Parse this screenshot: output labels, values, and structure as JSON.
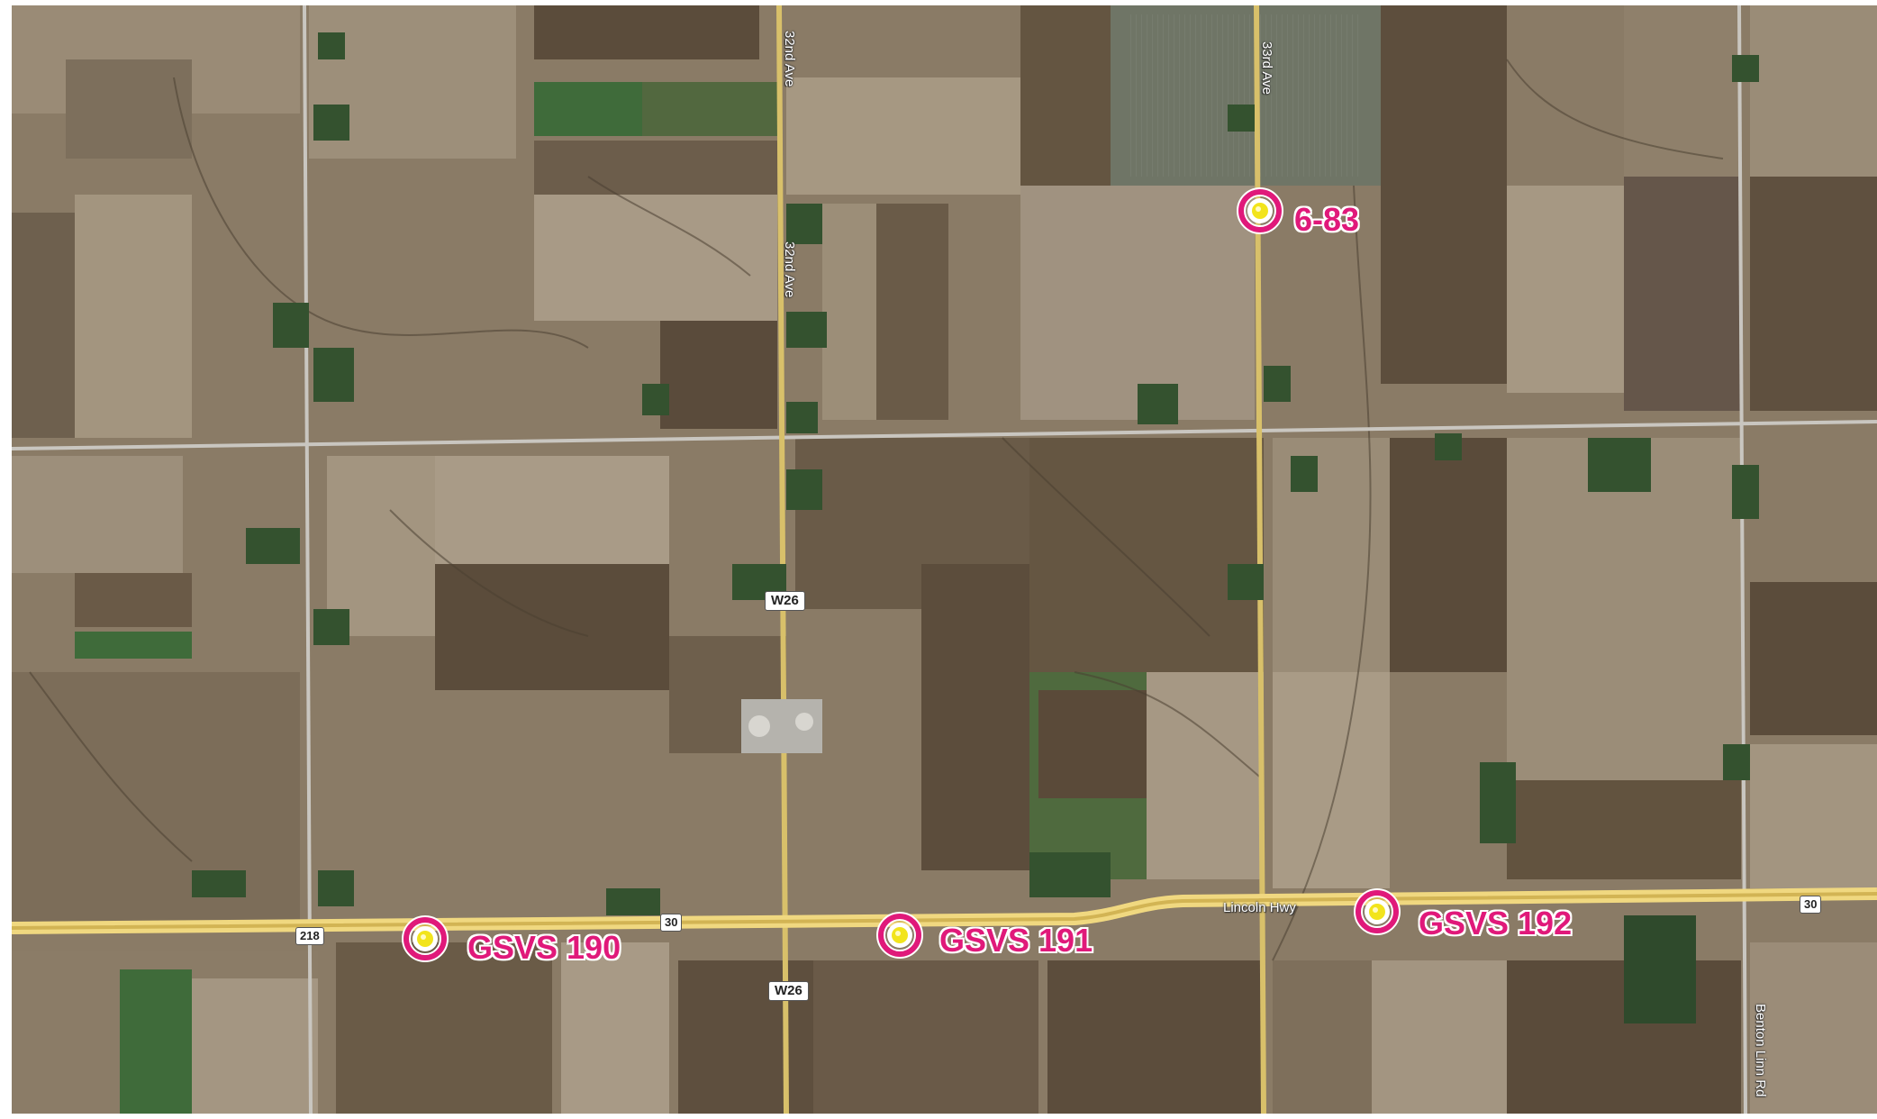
{
  "map": {
    "colors": {
      "field_dark": "#5e4e3d",
      "field_mid": "#8a7b66",
      "field_light": "#a89a86",
      "field_green": "#3f6b3a",
      "gravel_road": "#c9c6c0",
      "paved_road": "#d8c06a",
      "highway_edge": "#f0d880",
      "marker": "#e0197a",
      "marker_center": "#f2e41c"
    },
    "markers": [
      {
        "id": "6-83",
        "label": "6-83"
      },
      {
        "id": "gsvs-190",
        "label": "GSVS 190"
      },
      {
        "id": "gsvs-191",
        "label": "GSVS 191"
      },
      {
        "id": "gsvs-192",
        "label": "GSVS 192"
      }
    ],
    "road_labels": {
      "ave_32_top": "32nd Ave",
      "ave_32_mid": "32nd Ave",
      "ave_33": "33rd Ave",
      "lincoln_hwy": "Lincoln Hwy",
      "benton_linn": "Benton Linn Rd"
    },
    "shields": {
      "w26_north": "W26",
      "w26_south": "W26",
      "us30_west": "30",
      "us30_east": "30",
      "hwy218": "218"
    }
  }
}
